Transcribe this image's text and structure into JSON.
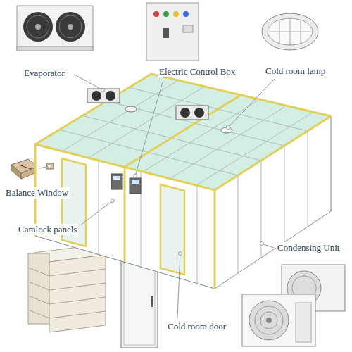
{
  "diagram": {
    "labels": [
      "Evaporator",
      "Electric Control Box",
      "Cold room lamp",
      "Balance Window",
      "Camlock panels",
      "Condensing Unit",
      "Cold room door"
    ]
  }
}
